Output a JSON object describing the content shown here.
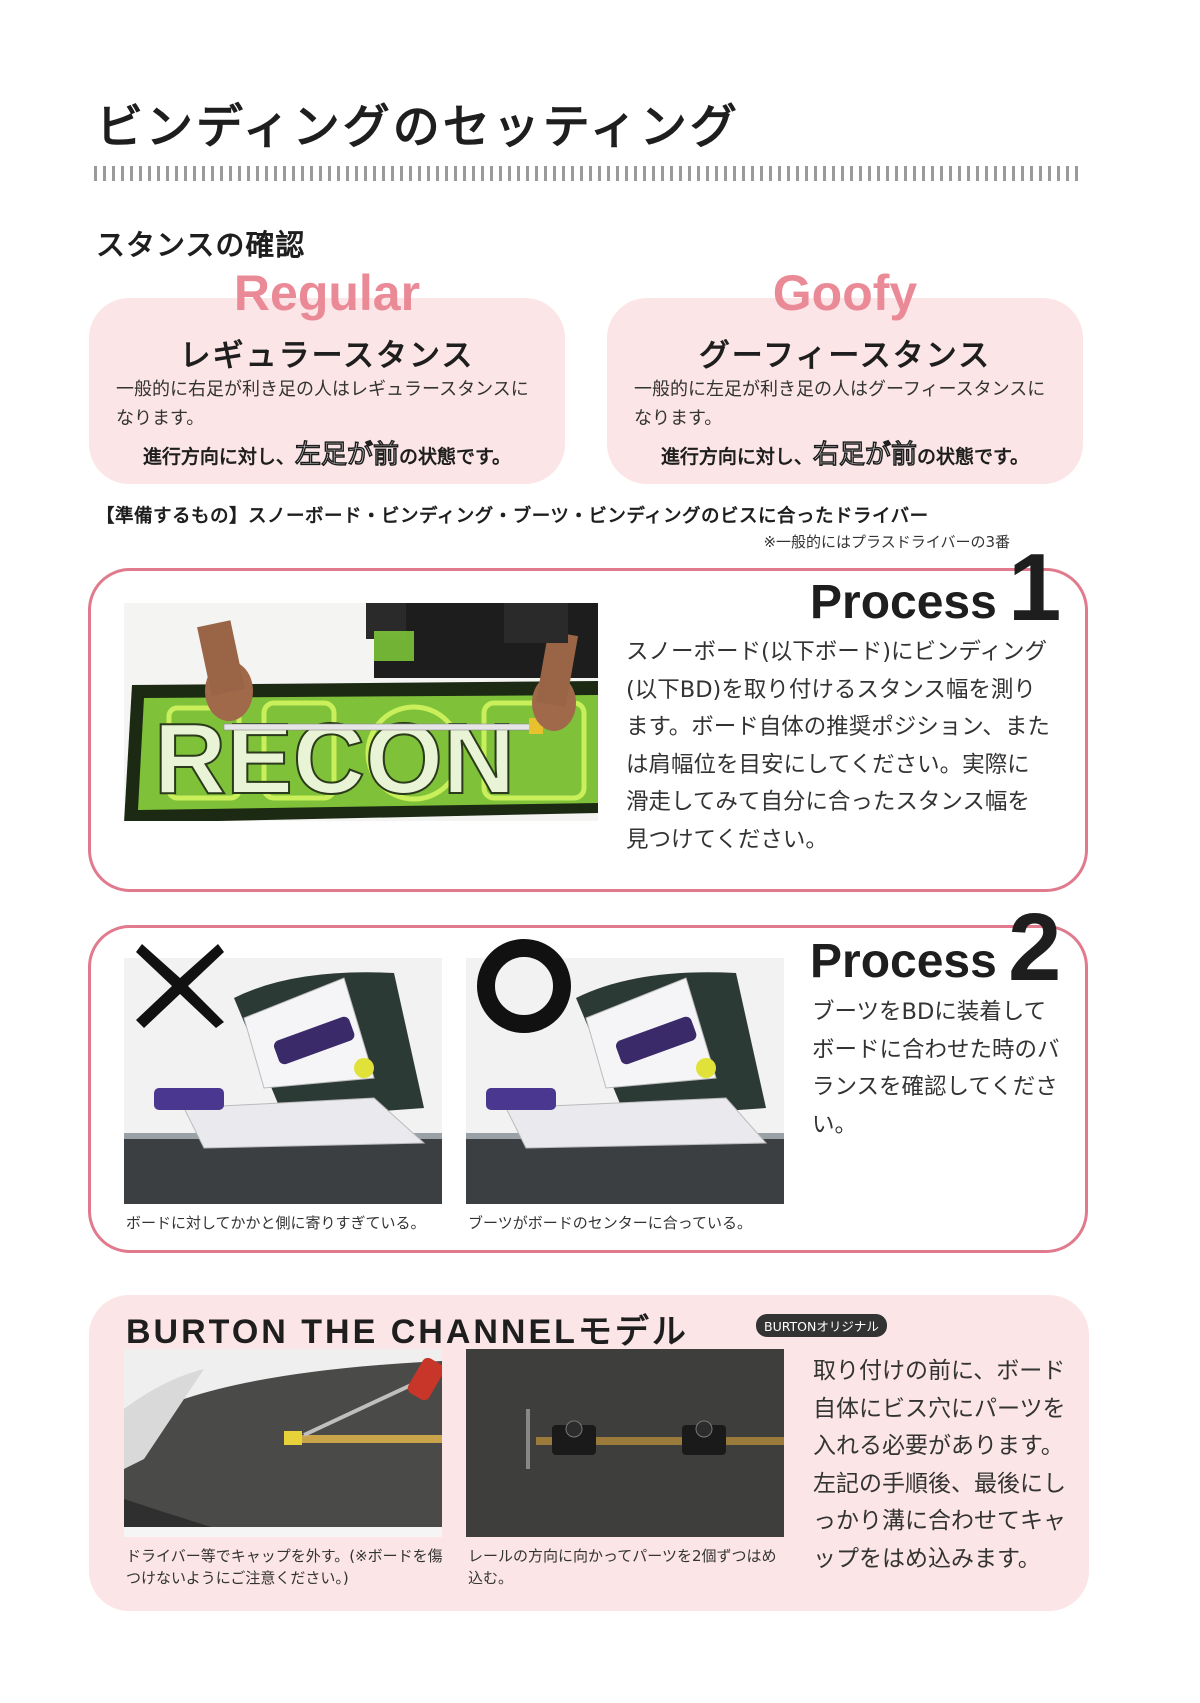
{
  "page": {
    "title": "ビンディングのセッティング",
    "section_heading": "スタンスの確認"
  },
  "stances": {
    "regular": {
      "en": "Regular",
      "jp": "レギュラースタンス",
      "desc": "一般的に右足が利き足の人はレギュラースタンスになります。",
      "note_pre": "進行方向に対し、",
      "note_em": "左足が前",
      "note_post": "の状態です。"
    },
    "goofy": {
      "en": "Goofy",
      "jp": "グーフィースタンス",
      "desc": "一般的に左足が利き足の人はグーフィースタンスになります。",
      "note_pre": "進行方向に対し、",
      "note_em": "右足が前",
      "note_post": "の状態です。"
    }
  },
  "prep": {
    "line": "【準備するもの】スノーボード・ビンディング・ブーツ・ビンディングのビスに合ったドライバー",
    "note": "※一般的にはプラスドライバーの3番"
  },
  "process1": {
    "word": "Process",
    "number": "1",
    "text": "スノーボード(以下ボード)にビンディング(以下BD)を取り付けるスタンス幅を測ります。ボード自体の推奨ポジション、または肩幅位を目安にしてください。実際に滑走してみて自分に合ったスタンス幅を見つけてください。",
    "board_graphic_text": "RECON"
  },
  "process2": {
    "word": "Process",
    "number": "2",
    "text": "ブーツをBDに装着してボードに合わせた時のバランスを確認してください。",
    "bad_caption": "ボードに対してかかと側に寄りすぎている。",
    "good_caption": "ブーツがボードのセンターに合っている。"
  },
  "channel": {
    "title": "BURTON THE CHANNELモデル",
    "badge": "BURTONオリジナル",
    "text": "取り付けの前に、ボード自体にビス穴にパーツを入れる必要があります。左記の手順後、最後にしっかり溝に合わせてキャップをはめ込みます。",
    "caption1": "ドライバー等でキャップを外す。(※ボードを傷つけないようにご注意ください。)",
    "caption2": "レールの方向に向かってパーツを2個ずつはめ込む。"
  },
  "colors": {
    "pink_accent": "#eb8a97",
    "pink_fill": "#fbe5e6",
    "pink_border": "#e07a8c",
    "text_dark": "#1e1e1e"
  },
  "icons": {
    "bad_mark": "cross-icon",
    "good_mark": "circle-icon"
  }
}
